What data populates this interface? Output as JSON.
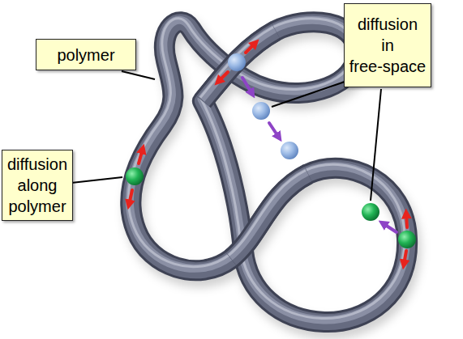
{
  "diagram": {
    "nodes": [
      {
        "text": [
          "polymer"
        ]
      },
      {
        "text": [
          "diffusion in free-space"
        ]
      },
      {
        "text": [
          "diffusion along polymer"
        ]
      }
    ]
  }
}
